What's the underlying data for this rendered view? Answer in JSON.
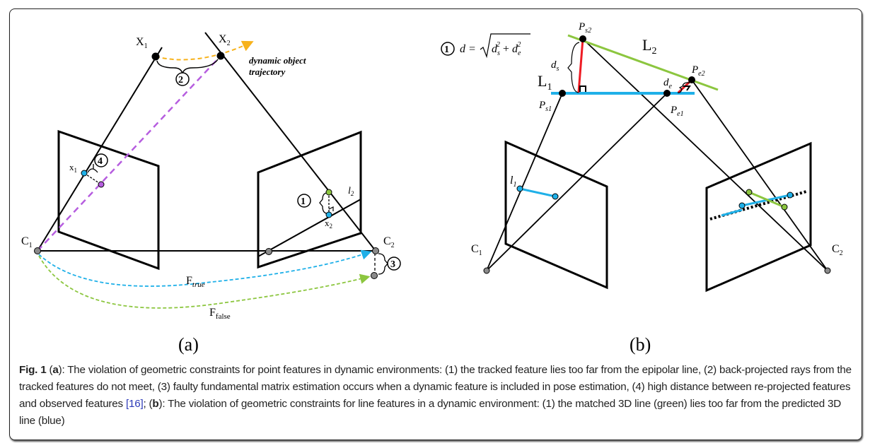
{
  "panel_a": {
    "label": "(a)",
    "X1": "X",
    "X1_sub": "1",
    "X2": "X",
    "X2_sub": "2",
    "trajectory_line1": "dynamic object",
    "trajectory_line2": "trajectory",
    "x1": "x",
    "x1_sub": "1",
    "x2": "x",
    "x2_sub": "2",
    "l2": "l",
    "l2_sub": "2",
    "C1": "C",
    "C1_sub": "1",
    "C2": "C",
    "C2_sub": "2",
    "F_true": "F",
    "F_true_sub": "true",
    "F_false": "F",
    "F_false_sub": "false",
    "markers": [
      "1",
      "2",
      "3",
      "4"
    ]
  },
  "panel_b": {
    "label": "(b)",
    "marker": "1",
    "formula_lhs": "d =",
    "formula_ds": "d",
    "formula_ds_sub": "s",
    "formula_sup": "2",
    "formula_plus": "+",
    "formula_de": "d",
    "formula_de_sub": "e",
    "L1": "L",
    "L1_sub": "1",
    "L2": "L",
    "L2_sub": "2",
    "Ps1": "P",
    "Ps1_sub": "s1",
    "Ps2": "P",
    "Ps2_sub": "s2",
    "Pe1": "P",
    "Pe1_sub": "e1",
    "Pe2": "P",
    "Pe2_sub": "e2",
    "ds": "d",
    "ds_sub": "s",
    "de": "d",
    "de_sub": "e",
    "l1": "l",
    "l1_sub": "1",
    "C1": "C",
    "C1_sub": "1",
    "C2": "C",
    "C2_sub": "2"
  },
  "caption": {
    "fig_label": "Fig. 1",
    "a_label": "a",
    "part1": "): The violation of geometric constraints for point features in dynamic environments: (1) the tracked feature lies too far from the epipolar line, (2) back-projected rays from the tracked features do not meet, (3) faulty fundamental matrix estimation occurs when a dynamic feature is included in pose estimation, (4) high distance between re-projected features and observed features ",
    "ref": "[16]",
    "part2": "; (",
    "b_label": "b",
    "part3": "): The violation of geometric constraints for line features in a dynamic environment: (1) the matched 3D line (green) lies too far from the predicted 3D line (blue)"
  },
  "colors": {
    "blue": "#1fb0e8",
    "green": "#8cc63f",
    "magenta": "#b65ddf",
    "orange": "#f7b21b",
    "red": "#ee1c24",
    "gray": "#8a8a8a"
  }
}
